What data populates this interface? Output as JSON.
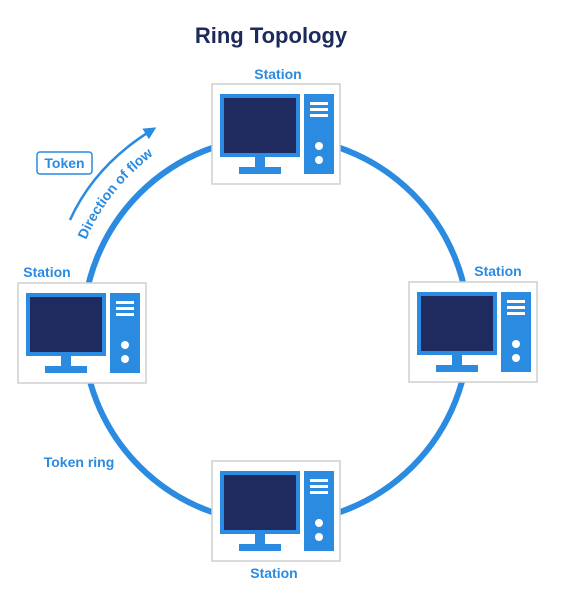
{
  "title": "Ring Topology",
  "labels": {
    "station_top": "Station",
    "station_left": "Station",
    "station_right": "Station",
    "station_bottom": "Station",
    "token": "Token",
    "direction": "Direction of flow",
    "token_ring": "Token ring"
  },
  "colors": {
    "ring": "#2a8be0",
    "accent": "#2a8be0",
    "screen": "#1f2a5e",
    "title": "#1c2a5c",
    "frame_border": "#c8c8c8"
  },
  "icons": [
    "desktop-computer-icon",
    "arrow-icon"
  ]
}
